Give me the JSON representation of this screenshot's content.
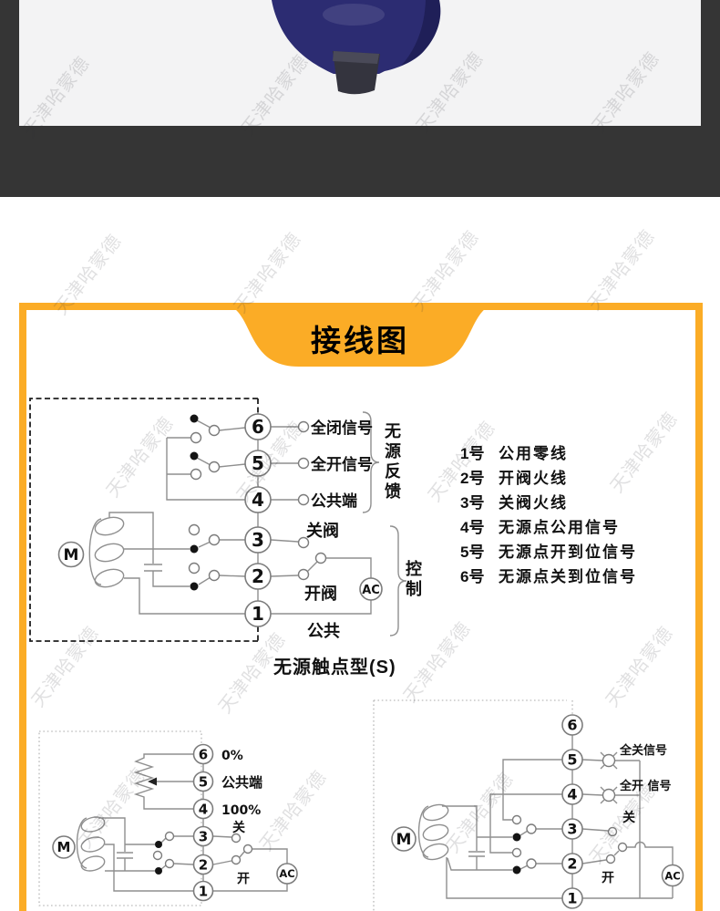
{
  "watermark": {
    "text": "天津哈蒙德"
  },
  "photo_section": {
    "band_color": "#353535",
    "photo_bg": "#F3F3F4",
    "product_body_color": "#2C2C72",
    "product_stem_color": "#34343E"
  },
  "wiring_section": {
    "accent_color": "#FBAC26",
    "title": "接线图",
    "caption": "无源触点型(S)",
    "terminal_notes": [
      {
        "no": "1号",
        "desc": "公用零线"
      },
      {
        "no": "2号",
        "desc": "开阀火线"
      },
      {
        "no": "3号",
        "desc": "关阀火线"
      },
      {
        "no": "4号",
        "desc": "无源点公用信号"
      },
      {
        "no": "5号",
        "desc": "无源点开到位信号"
      },
      {
        "no": "6号",
        "desc": "无源点关到位信号"
      }
    ],
    "main_diagram": {
      "terminals": [
        "6",
        "5",
        "4",
        "3",
        "2",
        "1"
      ],
      "motor_label": "M",
      "ac_label": "AC",
      "labels": {
        "t6": "全闭信号",
        "t5": "全开信号",
        "t4": "公共端",
        "t3": "关阀",
        "t2": "开阀",
        "t1": "公共",
        "feedback_group": "无源反馈",
        "control_group": "控制"
      }
    },
    "bottom_left_diagram": {
      "terminals": [
        "6",
        "5",
        "4",
        "3",
        "2",
        "1"
      ],
      "motor_label": "M",
      "ac_label": "AC",
      "labels": {
        "t6": "0%",
        "t5": "公共端",
        "t4": "100%",
        "t3": "关",
        "t2": "开"
      }
    },
    "bottom_right_diagram": {
      "terminals": [
        "6",
        "5",
        "4",
        "3",
        "2",
        "1"
      ],
      "motor_label": "M",
      "ac_label": "AC",
      "labels": {
        "t5": "全关信号",
        "t4": "全开 信号",
        "t3": "关",
        "t2": "开"
      }
    }
  }
}
